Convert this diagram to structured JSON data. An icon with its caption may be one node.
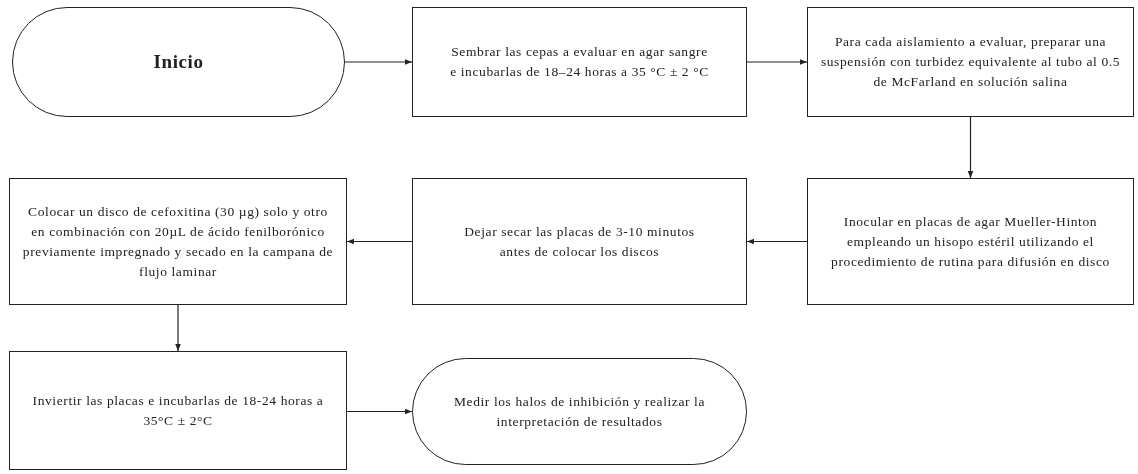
{
  "diagram": {
    "nodes": [
      {
        "text": [
          "Inicio"
        ]
      },
      {
        "text": [
          "Sembrar las cepas a evaluar en agar sangre e incubarlas de 18–24 horas a 35 °C ± 2 °C"
        ]
      },
      {
        "text": [
          "Para cada aislamiento a evaluar, preparar una suspensión con turbidez equivalente al tubo al 0.5 de McFarland en solución salina"
        ]
      },
      {
        "text": [
          "Colocar un disco de cefoxitina (30 µg) solo y otro en combinación con 20µL de ácido fenilborónico previamente impregnado y secado en la campana de flujo laminar"
        ]
      },
      {
        "text": [
          "Dejar secar las placas de 3-10 minutos antes de colocar los discos"
        ]
      },
      {
        "text": [
          "Inocular en placas de agar Mueller-Hinton empleando un hisopo estéril utilizando el procedimiento de rutina para difusión en disco"
        ]
      },
      {
        "text": [
          "Inviertir las placas e incubarlas de 18-24 horas a 35°C ± 2°C"
        ]
      },
      {
        "text": [
          "Medir los halos de inhibición y realizar la interpretación de resultados"
        ]
      }
    ],
    "edges": [
      {
        "from": 0,
        "to": 1,
        "arrow": "to"
      },
      {
        "from": 1,
        "to": 2,
        "arrow": "to"
      },
      {
        "from": 2,
        "to": 5,
        "arrow": "to"
      },
      {
        "from": 5,
        "to": 4,
        "arrow": "to"
      },
      {
        "from": 4,
        "to": 3,
        "arrow": "to"
      },
      {
        "from": 3,
        "to": 6,
        "arrow": "to"
      },
      {
        "from": 6,
        "to": 7,
        "arrow": "to"
      }
    ]
  }
}
